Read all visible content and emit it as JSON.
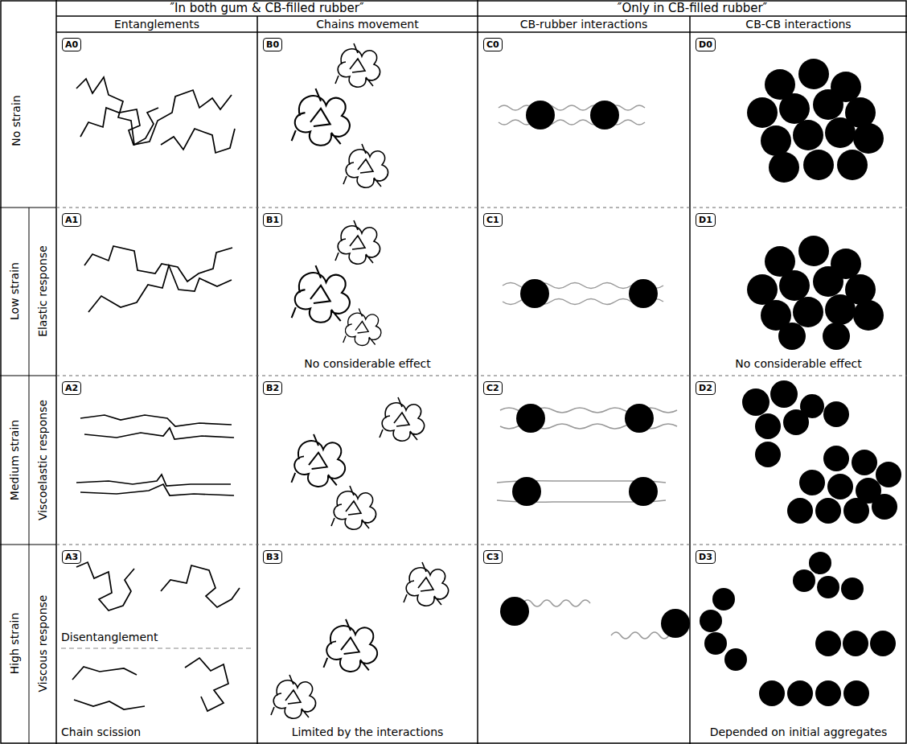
{
  "diagram": {
    "labels": [
      "″In both gum & CB-filled rubber″",
      "″Only in CB-filled rubber″",
      "Entanglements",
      "Chains movement",
      "CB-rubber interactions",
      "CB-CB interactions",
      "No strain",
      "A0",
      "B0",
      "C0",
      "D0",
      "Low strain",
      "Elastic response",
      "A1",
      "B1",
      "No considerable effect",
      "C1",
      "D1",
      "No considerable effect",
      "Medium strain",
      "Viscoelastic response",
      "A2",
      "B2",
      "C2",
      "D2",
      "High strain",
      "Viscous response",
      "A3",
      "Disentanglement",
      "Chain scission",
      "B3",
      "Limited by the interactions",
      "C3",
      "D3",
      "Depended on initial aggregates"
    ]
  }
}
